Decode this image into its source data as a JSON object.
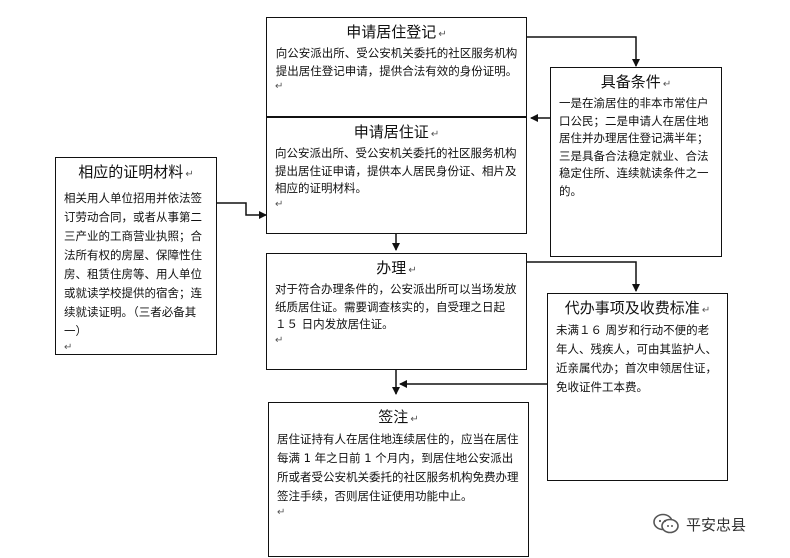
{
  "boxes": {
    "register": {
      "title": "申请居住登记",
      "body": "向公安派出所、受公安机关委托的社区服务机构提出居住登记申请，提供合法有效的身份证明。"
    },
    "conditions": {
      "title": "具备条件",
      "body": "一是在渝居住的非本市常住户口公民；二是申请人在居住地居住并办理居住登记满半年；三是具备合法稳定就业、合法稳定住所、连续就读条件之一的。"
    },
    "apply_permit": {
      "title": "申请居住证",
      "body": "向公安派出所、受公安机关委托的社区服务机构提出居住证申请，提供本人居民身份证、相片及相应的证明材料。"
    },
    "materials": {
      "title": "相应的证明材料",
      "body": "相关用人单位招用并依法签订劳动合同，或者从事第二三产业的工商营业执照；合法所有权的房屋、保障性住房、租赁住房等、用人单位或就读学校提供的宿舍；连续就读证明。（三者必备其一）"
    },
    "process": {
      "title": "办理",
      "body": "对于符合办理条件的，公安派出所可以当场发放纸质居住证。需要调查核实的，自受理之日起 １５ 日内发放居住证。"
    },
    "agent_fee": {
      "title": "代办事项及收费标准",
      "body": "未满１６ 周岁和行动不便的老年人、残疾人，可由其监护人、近亲属代办；首次申领居住证，免收证件工本费。"
    },
    "endorse": {
      "title": "签注",
      "body": "居住证持有人在居住地连续居住的，应当在居住每满 1 年之日前 1 个月内，到居住地公安派出所或者受公安机关委托的社区服务机构免费办理签注手续，否则居住证使用功能中止。"
    }
  },
  "para_mark": "↵",
  "watermark": {
    "text": "平安忠县",
    "icon": "wechat-icon"
  }
}
